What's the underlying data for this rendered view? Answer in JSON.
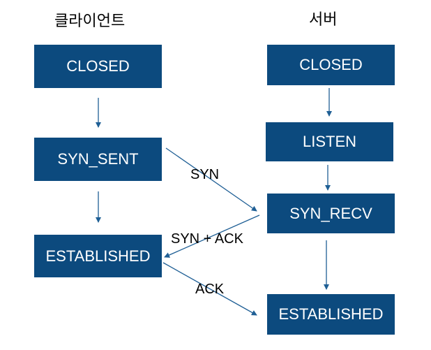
{
  "client": {
    "title": "클라이언트",
    "states": [
      "CLOSED",
      "SYN_SENT",
      "ESTABLISHED"
    ]
  },
  "server": {
    "title": "서버",
    "states": [
      "CLOSED",
      "LISTEN",
      "SYN_RECV",
      "ESTABLISHED"
    ]
  },
  "messages": {
    "syn": "SYN",
    "syn_ack": "SYN + ACK",
    "ack": "ACK"
  },
  "colors": {
    "state_box": "#0c4a7e",
    "arrow": "#1f5f95"
  }
}
